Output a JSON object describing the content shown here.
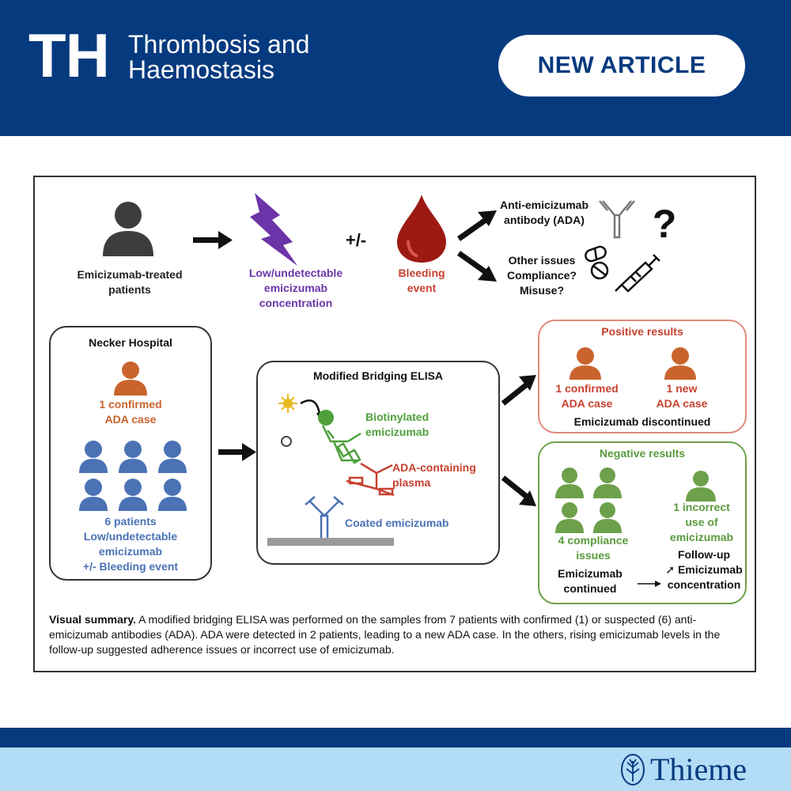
{
  "header": {
    "logo_abbr": "TH",
    "journal_line1": "Thrombosis and",
    "journal_line2": "Haemostasis",
    "badge": "NEW ARTICLE"
  },
  "top_row": {
    "patients_line1": "Emicizumab-treated",
    "patients_line2": "patients",
    "low_line1": "Low/undetectable",
    "low_line2": "emicizumab",
    "low_line3": "concentration",
    "plusminus": "+/-",
    "bleeding_line1": "Bleeding",
    "bleeding_line2": "event",
    "ada_line1": "Anti-emicizumab",
    "ada_line2": "antibody (ADA)",
    "other_line1": "Other issues",
    "other_line2": "Compliance?",
    "other_line3": "Misuse?",
    "question": "?"
  },
  "necker": {
    "title": "Necker Hospital",
    "confirmed_line1": "1 confirmed",
    "confirmed_line2": "ADA case",
    "patients_line1": "6 patients",
    "patients_line2": "Low/undetectable",
    "patients_line3": "emicizumab",
    "patients_line4": "+/- Bleeding event"
  },
  "elisa": {
    "title": "Modified Bridging ELISA",
    "biotin_line1": "Biotinylated",
    "biotin_line2": "emicizumab",
    "ada_line1": "ADA-containing",
    "ada_line2": "plasma",
    "coated": "Coated emicizumab"
  },
  "positive": {
    "title": "Positive results",
    "confirmed_line1": "1 confirmed",
    "confirmed_line2": "ADA case",
    "new_line1": "1 new",
    "new_line2": "ADA case",
    "footer": "Emicizumab discontinued"
  },
  "negative": {
    "title": "Negative results",
    "compliance_line1": "4 compliance",
    "compliance_line2": "issues",
    "incorrect_line1": "1 incorrect",
    "incorrect_line2": "use of",
    "incorrect_line3": "emicizumab",
    "continued_line1": "Emicizumab",
    "continued_line2": "continued",
    "followup_line1": "Follow-up",
    "followup_line2": "Emicizumab",
    "followup_line3": "concentration",
    "rising_symbol": "➚"
  },
  "summary": {
    "lead": "Visual summary.",
    "text": " A modified bridging ELISA was performed on the samples from 7 patients with confirmed (1) or suspected (6) anti-emicizumab antibodies (ADA). ADA were detected in 2 patients, leading to a new ADA case. In the others, rising emicizumab levels in the follow-up suggested adherence issues or incorrect use of emicizumab."
  },
  "footer": {
    "publisher": "Thieme"
  },
  "colors": {
    "navy": "#063a7f",
    "light_blue": "#b3dcf6",
    "orange": "#c9642e",
    "red": "#c8402f",
    "green": "#6da04b",
    "blue": "#4a72b5",
    "purple": "#6b34a8",
    "blood": "#9c1a12"
  },
  "icons": [
    "person-icon",
    "lightning-icon",
    "blood-drop-icon",
    "antibody-icon",
    "pills-icon",
    "syringe-icon",
    "arrow-icon",
    "tree-icon"
  ]
}
